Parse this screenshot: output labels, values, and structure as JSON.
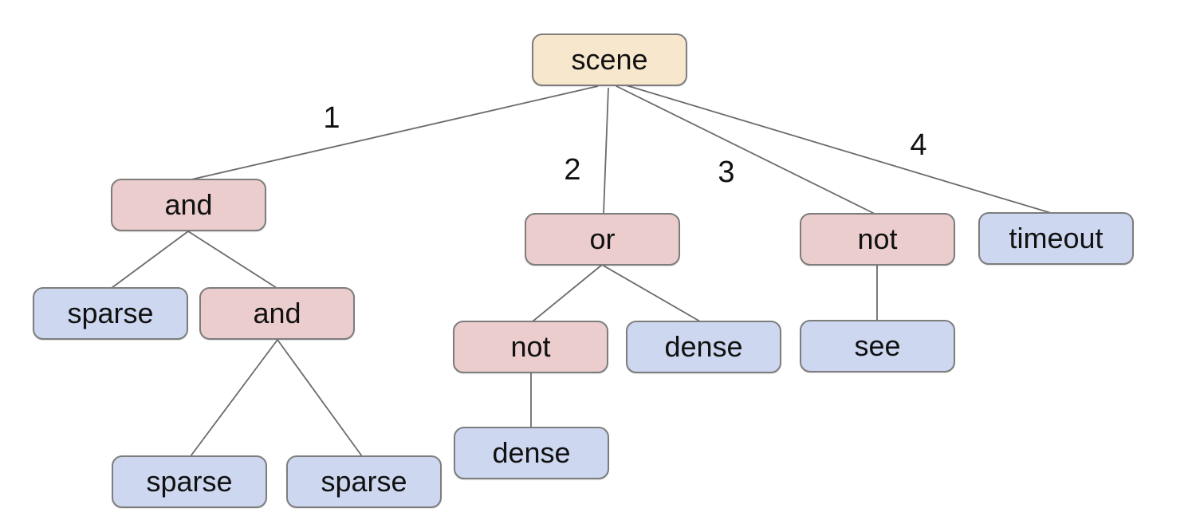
{
  "diagram": {
    "type": "tree",
    "root_label": "scene",
    "colors": {
      "root_fill": "#f6e7cd",
      "operator_fill": "#eacdcc",
      "leaf_fill": "#cdd7ef",
      "node_border": "#7d7d7d",
      "edge_line": "#6b6b6b",
      "text_color": "#111111",
      "bg": "#ffffff"
    },
    "nodes": {
      "scene": {
        "label": "scene",
        "kind": "root"
      },
      "and1": {
        "label": "and",
        "kind": "operator"
      },
      "or1": {
        "label": "or",
        "kind": "operator"
      },
      "not1": {
        "label": "not",
        "kind": "operator"
      },
      "timeout1": {
        "label": "timeout",
        "kind": "leaf"
      },
      "sparse1": {
        "label": "sparse",
        "kind": "leaf"
      },
      "and2": {
        "label": "and",
        "kind": "operator"
      },
      "not2": {
        "label": "not",
        "kind": "operator"
      },
      "dense1": {
        "label": "dense",
        "kind": "leaf"
      },
      "see1": {
        "label": "see",
        "kind": "leaf"
      },
      "sparse2": {
        "label": "sparse",
        "kind": "leaf"
      },
      "sparse3": {
        "label": "sparse",
        "kind": "leaf"
      },
      "dense2": {
        "label": "dense",
        "kind": "leaf"
      }
    },
    "edge_labels": {
      "branch1": "1",
      "branch2": "2",
      "branch3": "3",
      "branch4": "4"
    },
    "structure": [
      {
        "parent": "scene",
        "child": "and1",
        "branch": "1"
      },
      {
        "parent": "scene",
        "child": "or1",
        "branch": "2"
      },
      {
        "parent": "scene",
        "child": "not1",
        "branch": "3"
      },
      {
        "parent": "scene",
        "child": "timeout1",
        "branch": "4"
      },
      {
        "parent": "and1",
        "child": "sparse1"
      },
      {
        "parent": "and1",
        "child": "and2"
      },
      {
        "parent": "and2",
        "child": "sparse2"
      },
      {
        "parent": "and2",
        "child": "sparse3"
      },
      {
        "parent": "or1",
        "child": "not2"
      },
      {
        "parent": "or1",
        "child": "dense1"
      },
      {
        "parent": "not2",
        "child": "dense2"
      },
      {
        "parent": "not1",
        "child": "see1"
      }
    ]
  }
}
